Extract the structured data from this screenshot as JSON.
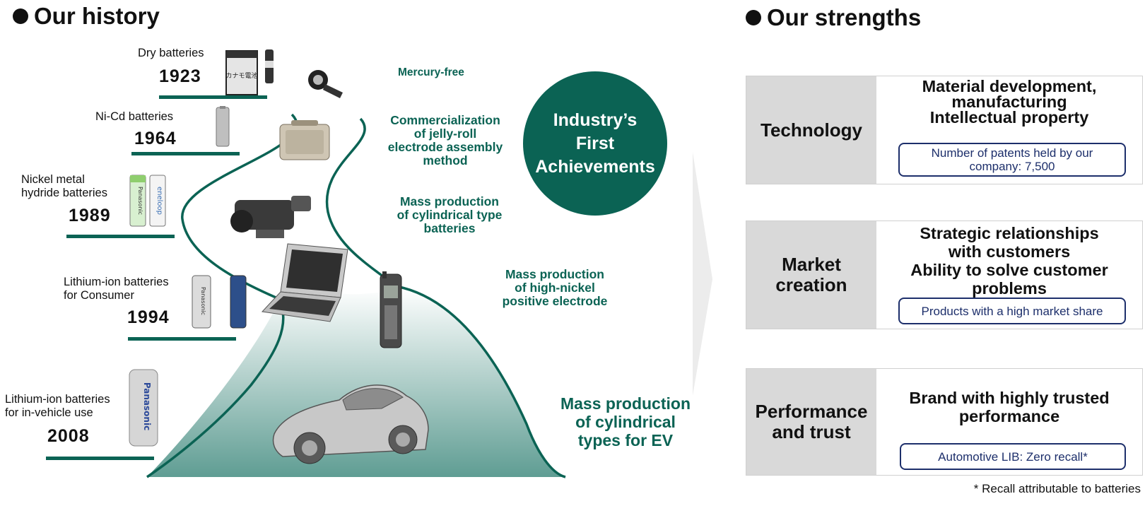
{
  "history": {
    "title": "Our history",
    "batteries": [
      {
        "name": "Dry batteries",
        "year": "1923"
      },
      {
        "name": "Ni-Cd batteries",
        "year": "1964"
      },
      {
        "name": "Nickel metal\nhydride batteries",
        "year": "1989"
      },
      {
        "name": "Lithium-ion batteries\nfor Consumer",
        "year": "1994"
      },
      {
        "name": "Lithium-ion batteries\nfor in-vehicle use",
        "year": "2008"
      }
    ],
    "achievements": [
      "Mercury-free",
      "Commercialization\nof jelly-roll\nelectrode assembly\nmethod",
      "Mass production\nof cylindrical type\nbatteries",
      "Mass production\nof high-nickel\npositive electrode",
      "Mass production\nof cylindrical\ntypes for EV"
    ],
    "circle": "Industry’s\nFirst\nAchievements",
    "product_text": {
      "dry_battery_can": "カナモ電池",
      "panasonic": "Panasonic",
      "eneloop": "eneloop"
    }
  },
  "strengths": {
    "title": "Our strengths",
    "rows": [
      {
        "head": "Technology",
        "body": "Material development,\nmanufacturing\nIntellectual property",
        "pill": "Number of patents held by our\ncompany: 7,500"
      },
      {
        "head": "Market\ncreation",
        "body": "Strategic relationships\nwith customers\nAbility to solve customer\nproblems",
        "pill": "Products with a high market share"
      },
      {
        "head": "Performance\nand trust",
        "body": "Brand with highly trusted\nperformance",
        "pill": "Automotive LIB: Zero recall*"
      }
    ],
    "footnote": "* Recall attributable to batteries"
  },
  "colors": {
    "brand_green": "#0b6354",
    "navy": "#1d2f6b",
    "gray": "#d9d9d9"
  }
}
